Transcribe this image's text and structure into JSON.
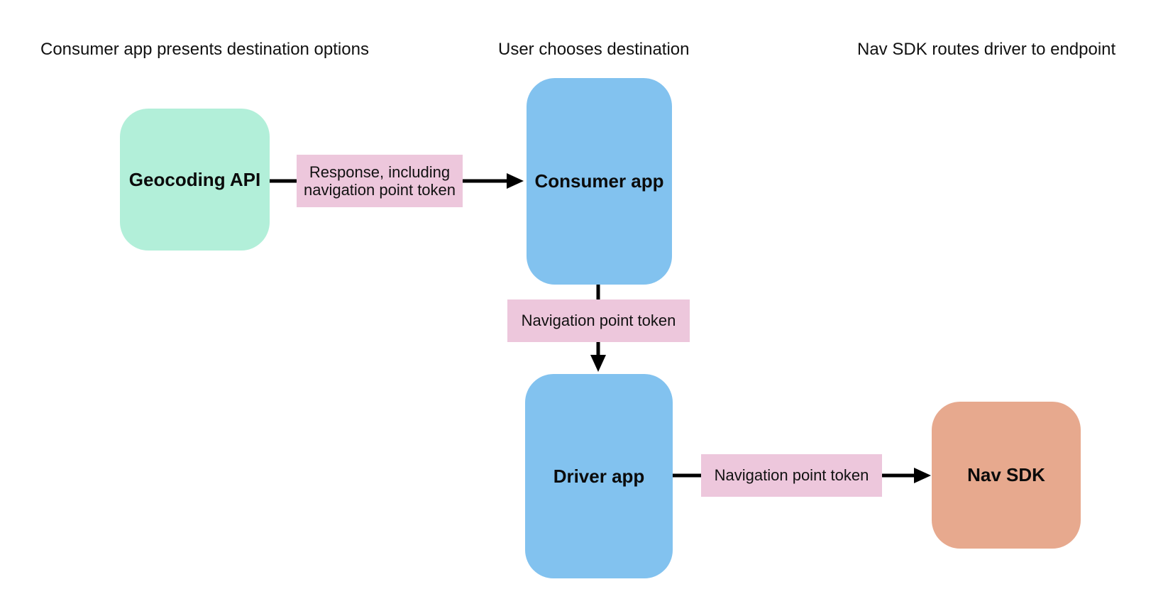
{
  "diagram": {
    "headers": [
      {
        "label": "Consumer app presents destination options"
      },
      {
        "label": "User chooses destination"
      },
      {
        "label": "Nav SDK routes driver to endpoint"
      }
    ],
    "nodes": [
      {
        "id": "geocoding-api",
        "label": "Geocoding API",
        "color": "#b2efd9"
      },
      {
        "id": "consumer-app",
        "label": "Consumer app",
        "color": "#82c2ef"
      },
      {
        "id": "driver-app",
        "label": "Driver app",
        "color": "#82c2ef"
      },
      {
        "id": "nav-sdk",
        "label": "Nav SDK",
        "color": "#e7a98e"
      }
    ],
    "edges": [
      {
        "from": "geocoding-api",
        "to": "consumer-app",
        "label": "Response, including navigation point token"
      },
      {
        "from": "consumer-app",
        "to": "driver-app",
        "label": "Navigation point token"
      },
      {
        "from": "driver-app",
        "to": "nav-sdk",
        "label": "Navigation point token"
      }
    ],
    "colors": {
      "node_green": "#b2efd9",
      "node_blue": "#82c2ef",
      "node_orange": "#e7a98e",
      "edge_label_bg": "#edc7dc",
      "arrow": "#000000",
      "background": "#ffffff"
    }
  }
}
